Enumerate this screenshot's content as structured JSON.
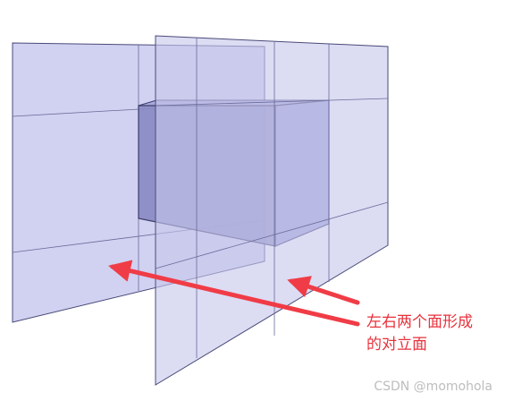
{
  "annotation": {
    "line1": "左右两个面形成",
    "line2": "的对立面"
  },
  "watermark": "CSDN @momohola",
  "colors": {
    "plane_fill": "#c9c9ee",
    "plane_stroke": "#4a4a7a",
    "box_front": "#8a8ac4",
    "box_side": "#9b9bd8",
    "arrow": "#f03c46"
  }
}
